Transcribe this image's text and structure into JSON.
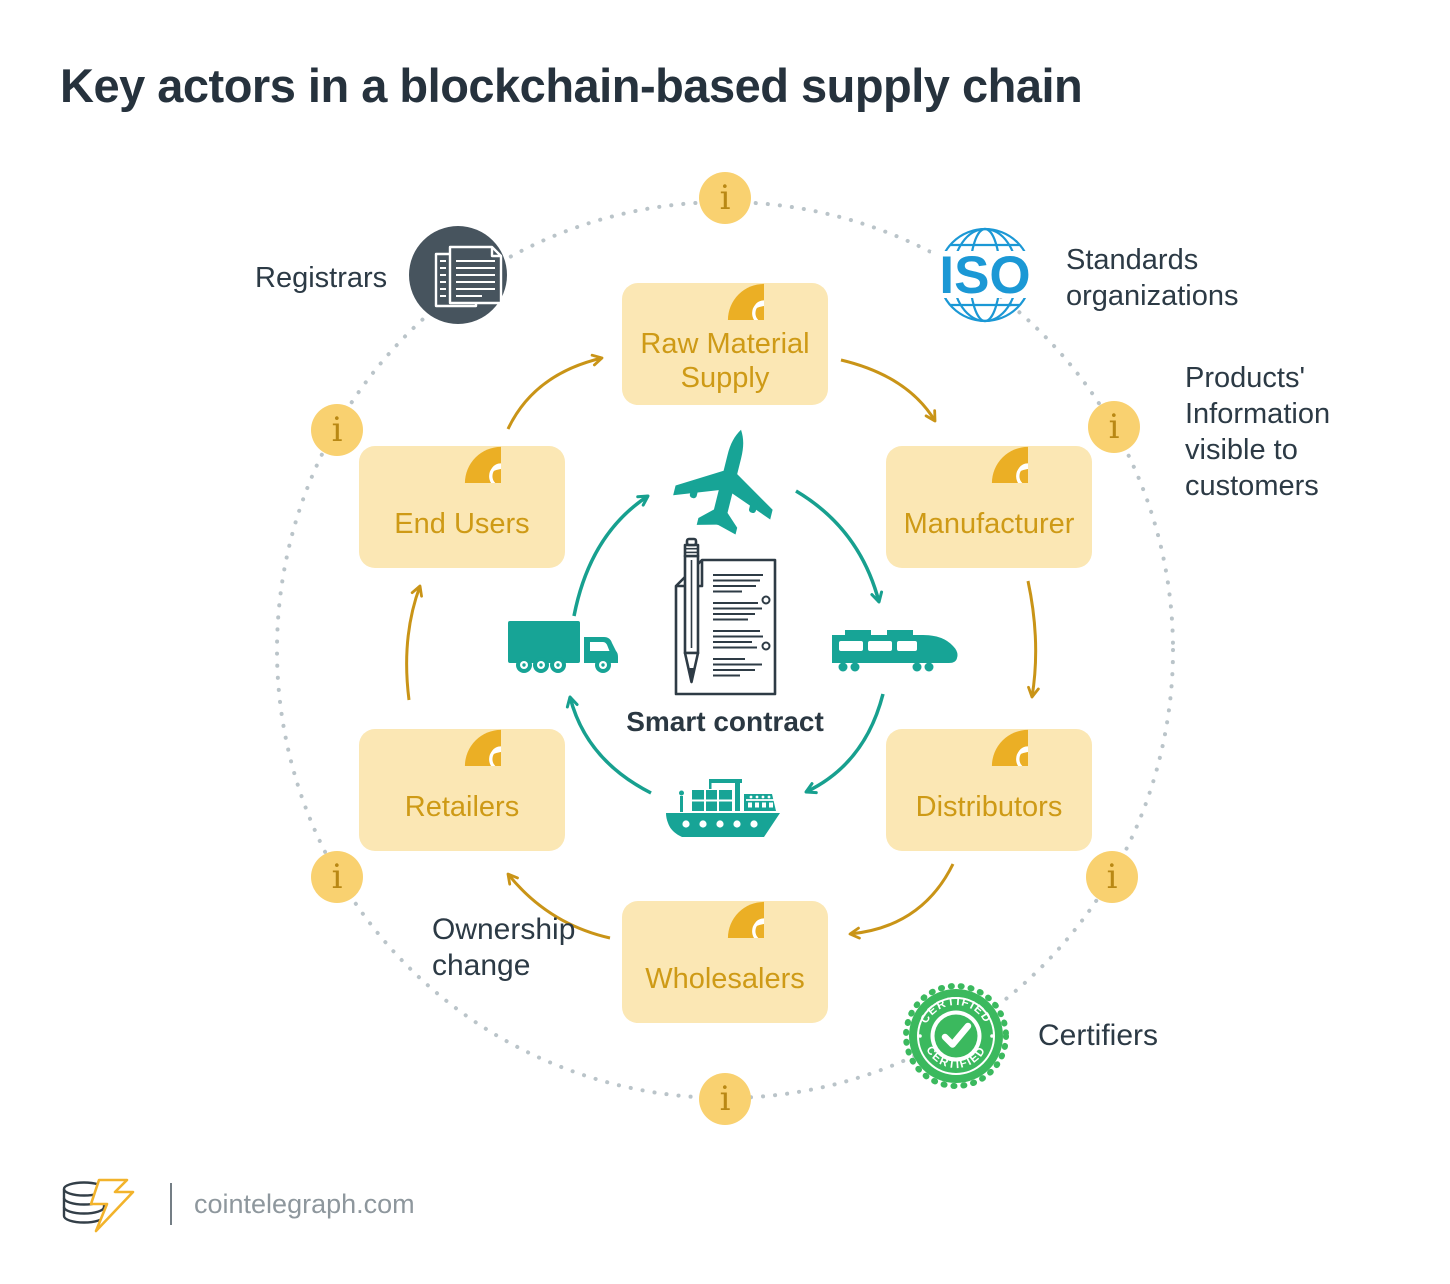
{
  "title": "Key actors in a blockchain-based supply chain",
  "actors": [
    {
      "id": "raw-material-supply",
      "label": "Raw Material Supply"
    },
    {
      "id": "manufacturer",
      "label": "Manufacturer"
    },
    {
      "id": "distributors",
      "label": "Distributors"
    },
    {
      "id": "wholesalers",
      "label": "Wholesalers"
    },
    {
      "id": "retailers",
      "label": "Retailers"
    },
    {
      "id": "end-users",
      "label": "End Users"
    }
  ],
  "center": {
    "label": "Smart contract"
  },
  "callouts": {
    "registrars": "Registrars",
    "standards_organizations": "Standards organizations",
    "products_information": "Products' Information visible to customers",
    "certifiers": "Certifiers",
    "ownership_change": "Ownership change"
  },
  "badges": {
    "iso": "ISO",
    "certified_top": "CERTIFIED",
    "certified_bottom": "CERTIFIED",
    "info_glyph": "i"
  },
  "footer": {
    "site": "cointelegraph.com"
  },
  "colors": {
    "teal": "#17A496",
    "gold_arrow": "#C99417",
    "actor_box_fill": "#FBE7B4",
    "actor_text": "#CE9A16",
    "avatar_fill": "#EBAF25",
    "info_fill": "#F9D170",
    "info_glyph_color": "#B98814",
    "dark_text": "#26323D",
    "registrar_circle": "#47545E",
    "iso_blue": "#1B98D5",
    "seal_green": "#3BB95E",
    "dotted_ring": "#BAC4C9",
    "footer_text": "#8E979D"
  }
}
